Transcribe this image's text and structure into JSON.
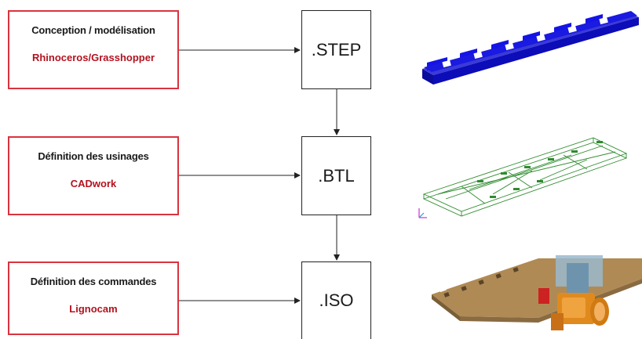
{
  "stages": [
    {
      "title": "Conception / modélisation",
      "tool": "Rhinoceros/Grasshopper",
      "format": ".STEP"
    },
    {
      "title": "Définition des usinages",
      "tool": "CADwork",
      "format": ".BTL"
    },
    {
      "title": "Définition des commandes",
      "tool": "Lignocam",
      "format": ".ISO"
    }
  ],
  "colors": {
    "box_border": "#d9333f",
    "tool_text": "#b3121f",
    "step_model": "#1414e6",
    "btl_wire": "#2e8b2e",
    "iso_panel": "#b08a55",
    "iso_machine": "#e08a1e"
  },
  "icons": [
    "step-3d-model-icon",
    "btl-wireframe-icon",
    "iso-cnc-simulation-icon"
  ]
}
